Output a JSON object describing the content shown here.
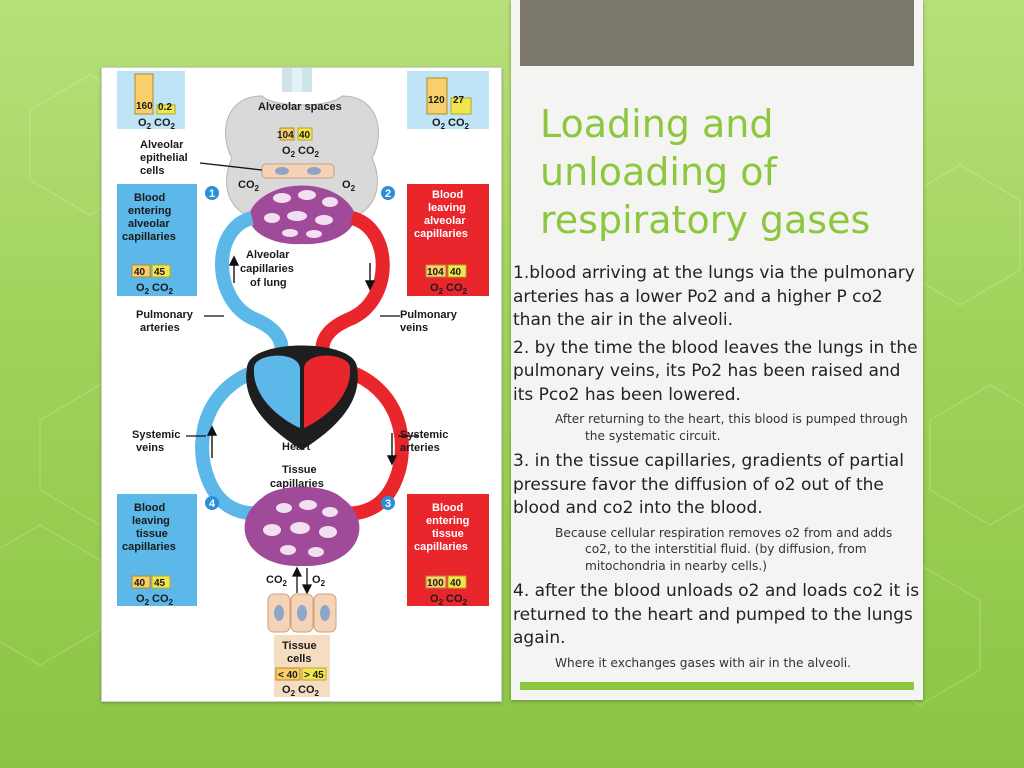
{
  "slide": {
    "title": "Loading and unloading of respiratory gases",
    "paragraphs": [
      {
        "text": "1.blood arriving at the lungs via the pulmonary arteries has a lower Po2 and a higher P co2 than the air in the alveoli.",
        "sub": ""
      },
      {
        "text": "2. by the time the blood leaves the lungs in the pulmonary veins, its Po2 has been raised and its Pco2 has been lowered.",
        "sub": "After returning to the heart, this blood is pumped through the systematic circuit."
      },
      {
        "text": "3. in the tissue capillaries, gradients of partial pressure favor the diffusion of o2 out of the blood and co2 into the blood.",
        "sub": "Because cellular respiration removes o2 from and adds co2, to the interstitial fluid. (by diffusion, from  mitochondria in nearby cells.)"
      },
      {
        "text": "4. after the blood unloads o2 and loads co2 it is returned to the heart and pumped to the lungs again.",
        "sub": "Where it exchanges gases with air in the alveoli."
      }
    ]
  },
  "diagram": {
    "alveolar_spaces": "Alveolar spaces",
    "alveolar_epithelial": [
      "Alveolar",
      "epithelial",
      "cells"
    ],
    "alveolar_capillaries": [
      "Alveolar",
      "capillaries",
      "of lung"
    ],
    "pulmonary_arteries": [
      "Pulmonary",
      "arteries"
    ],
    "pulmonary_veins": [
      "Pulmonary",
      "veins"
    ],
    "systemic_veins": [
      "Systemic",
      "veins"
    ],
    "systemic_arteries": [
      "Systemic",
      "arteries"
    ],
    "heart": "Heart",
    "tissue_capillaries": [
      "Tissue",
      "capillaries"
    ],
    "tissue_cells": [
      "Tissue",
      "cells"
    ],
    "box1": [
      "Blood",
      "entering",
      "alveolar",
      "capillaries"
    ],
    "box2": [
      "Blood",
      "leaving",
      "alveolar",
      "capillaries"
    ],
    "box3": [
      "Blood",
      "entering",
      "tissue",
      "capillaries"
    ],
    "box4": [
      "Blood",
      "leaving",
      "tissue",
      "capillaries"
    ],
    "badges": [
      "1",
      "2",
      "3",
      "4"
    ],
    "gas_o2": "O",
    "gas_co2": "CO",
    "sub2": "2",
    "co2_label": "CO",
    "o2_label": "O",
    "values": {
      "top_left": [
        "160",
        "0.2"
      ],
      "top_right": [
        "120",
        "27"
      ],
      "alveolar": [
        "104",
        "40"
      ],
      "box1": [
        "40",
        "45"
      ],
      "box2": [
        "104",
        "40"
      ],
      "box3": [
        "100",
        "40"
      ],
      "box4": [
        "40",
        "45"
      ],
      "tissue": [
        "< 40",
        "> 45"
      ]
    }
  },
  "colors": {
    "accent_green": "#8dc63f",
    "title_bar": "#7b776c",
    "blood_blue": "#5bb8e8",
    "blood_red": "#e8262b",
    "capillary_purple": "#a04a9a"
  }
}
